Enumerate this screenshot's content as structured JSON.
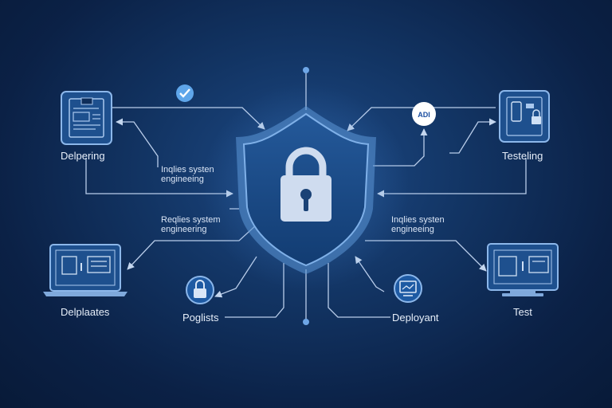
{
  "nodes": {
    "top_left": {
      "label": "Delpering",
      "icon": "document-monitor-icon"
    },
    "top_right": {
      "label": "Testeling",
      "icon": "phone-lock-tablet-icon"
    },
    "bottom_left": {
      "label": "Delplaates",
      "icon": "laptop-icon"
    },
    "bottom_right": {
      "label": "Test",
      "icon": "desktop-monitor-icon"
    },
    "bottom_center_left": {
      "label": "Poglists",
      "icon": "lock-circle-icon"
    },
    "bottom_center_right": {
      "label": "Deployant",
      "icon": "monitor-circle-icon"
    }
  },
  "annotations": {
    "mid_left_1": "Inqlies systen",
    "mid_left_2": "engineeing",
    "low_left_1": "Reqlies system",
    "low_left_2": "engineering",
    "mid_right_1": "Inqlies systen",
    "mid_right_2": "engineeing"
  },
  "badge_right": "ADI",
  "center": {
    "icon": "shield-padlock-icon"
  },
  "colors": {
    "background": "#0b2146",
    "line": "#b9cdea",
    "accent": "#6ea6e6",
    "shield_fill": "#1a4a86",
    "padlock": "#cfdcef"
  }
}
